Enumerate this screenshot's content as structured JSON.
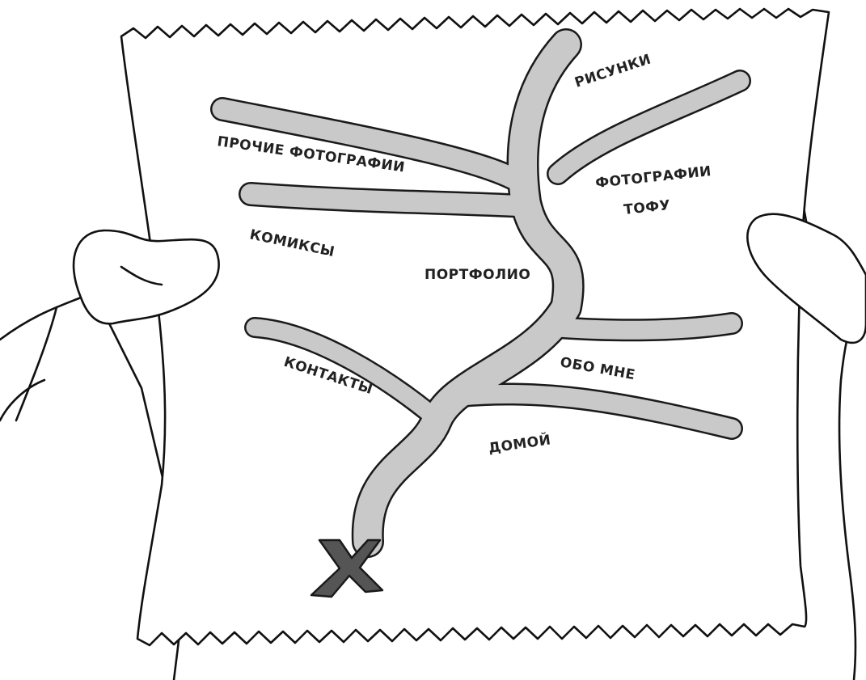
{
  "map": {
    "labels": {
      "drawings": "РИСУНКИ",
      "other_photos": "ПРОЧИЕ ФОТОГРАФИИ",
      "tofu_photos_line1": "ФОТОГРАФИИ",
      "tofu_photos_line2": "ТОФУ",
      "comics": "КОМИКСЫ",
      "portfolio": "ПОРТФОЛИО",
      "contacts": "КОНТАКТЫ",
      "about_me": "ОБО МНЕ",
      "home": "ДОМОЙ"
    },
    "start_marker_icon": "x-mark-icon"
  },
  "colors": {
    "road": "#c9c9c9",
    "ink": "#111111",
    "x_mark": "#555555"
  }
}
